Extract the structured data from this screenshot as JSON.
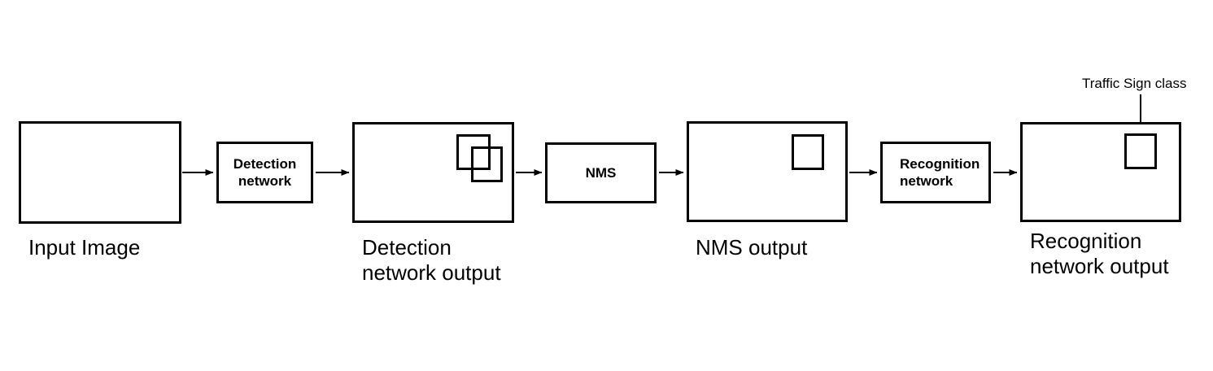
{
  "colors": {
    "stroke": "#000000",
    "canvas_background": "#ffffff"
  },
  "pipeline": {
    "input": {
      "caption": "Input Image"
    },
    "detection_network": {
      "label": "Detection\nnetwork"
    },
    "detection_output": {
      "caption": "Detection\nnetwork output"
    },
    "nms": {
      "label": "NMS"
    },
    "nms_output": {
      "caption": "NMS output"
    },
    "recognition_network": {
      "label": "Recognition\nnetwork"
    },
    "recognition_output": {
      "caption": "Recognition\nnetwork output",
      "annotation": "Traffic Sign class"
    }
  }
}
